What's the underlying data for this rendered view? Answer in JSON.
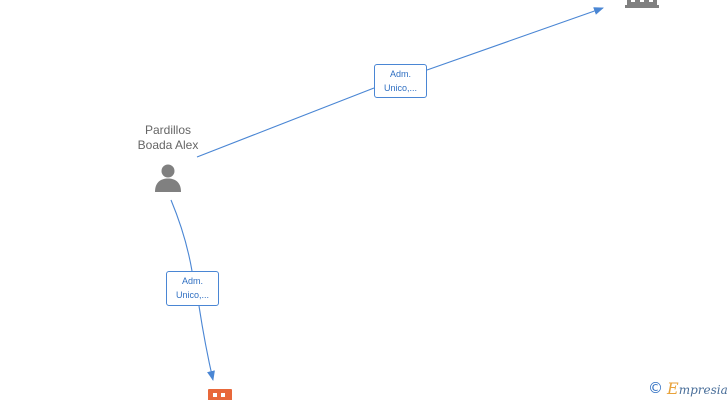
{
  "person": {
    "name_line1": "Pardillos",
    "name_line2": "Boada Alex"
  },
  "relationships": [
    {
      "label_line1": "Adm.",
      "label_line2": "Unico,..."
    },
    {
      "label_line1": "Adm.",
      "label_line2": "Unico,..."
    }
  ],
  "watermark": {
    "symbol": "©",
    "brand_initial": "E",
    "brand_rest": "mpresia"
  },
  "colors": {
    "edge": "#4a86d4",
    "person_icon": "#808080",
    "company_top_icon": "#808080",
    "company_bottom_icon": "#e8683a"
  },
  "icons": {
    "person": "person-icon",
    "company_top": "building-icon",
    "company_bottom": "company-icon"
  }
}
